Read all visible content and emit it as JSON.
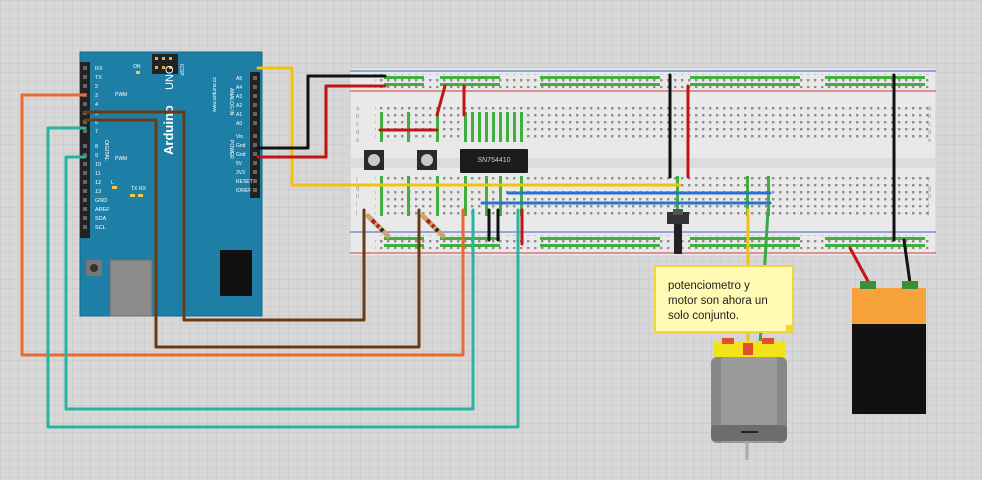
{
  "arduino": {
    "board_name": "Arduino",
    "board_model": "UNO",
    "brand_url": "www.arduino.cc",
    "icsp_label": "ICSP",
    "on_label": "ON",
    "analog_in_label": "ANALOG IN",
    "power_label": "POWER",
    "digital_label": "DIGITAL",
    "pwm_label": "PWM",
    "left_pin_labels": [
      "RX",
      "TX",
      "2",
      "3",
      "4",
      "5",
      "6",
      "7",
      "8",
      "9",
      "10",
      "11",
      "12",
      "13",
      "GND",
      "AREF",
      "SDA",
      "SCL"
    ],
    "right_pin_labels": [
      "A5",
      "A4",
      "A3",
      "A2",
      "A1",
      "A0",
      "Vin",
      "Gnd",
      "Gnd",
      "5V",
      "3V3",
      "RESET",
      "IOREF"
    ],
    "tx_label": "TX",
    "rx_label": "RX",
    "l_label": "L"
  },
  "breadboard": {
    "row_letters": [
      "a",
      "b",
      "c",
      "d",
      "e",
      "f",
      "g",
      "h",
      "i",
      "j"
    ]
  },
  "ic": {
    "label": "SN754410"
  },
  "note": {
    "text": "potenciometro y motor son ahora un solo conjunto."
  },
  "colors": {
    "background": "#d7d7d7",
    "grid": "#c4c4c4",
    "arduino_blue": "#1e7fa6",
    "breadboard": "#eaeaea",
    "wire_yellow": "#f3c20c",
    "wire_black": "#111111",
    "wire_red": "#cc1111",
    "wire_orange": "#e96a2e",
    "wire_brown": "#6a3a12",
    "wire_teal": "#2bb3a2",
    "wire_blue": "#2f6fd0",
    "wire_green": "#3da843",
    "battery_top": "#f7a23a",
    "battery_body": "#111111",
    "motor_grey": "#8c8c8c"
  }
}
